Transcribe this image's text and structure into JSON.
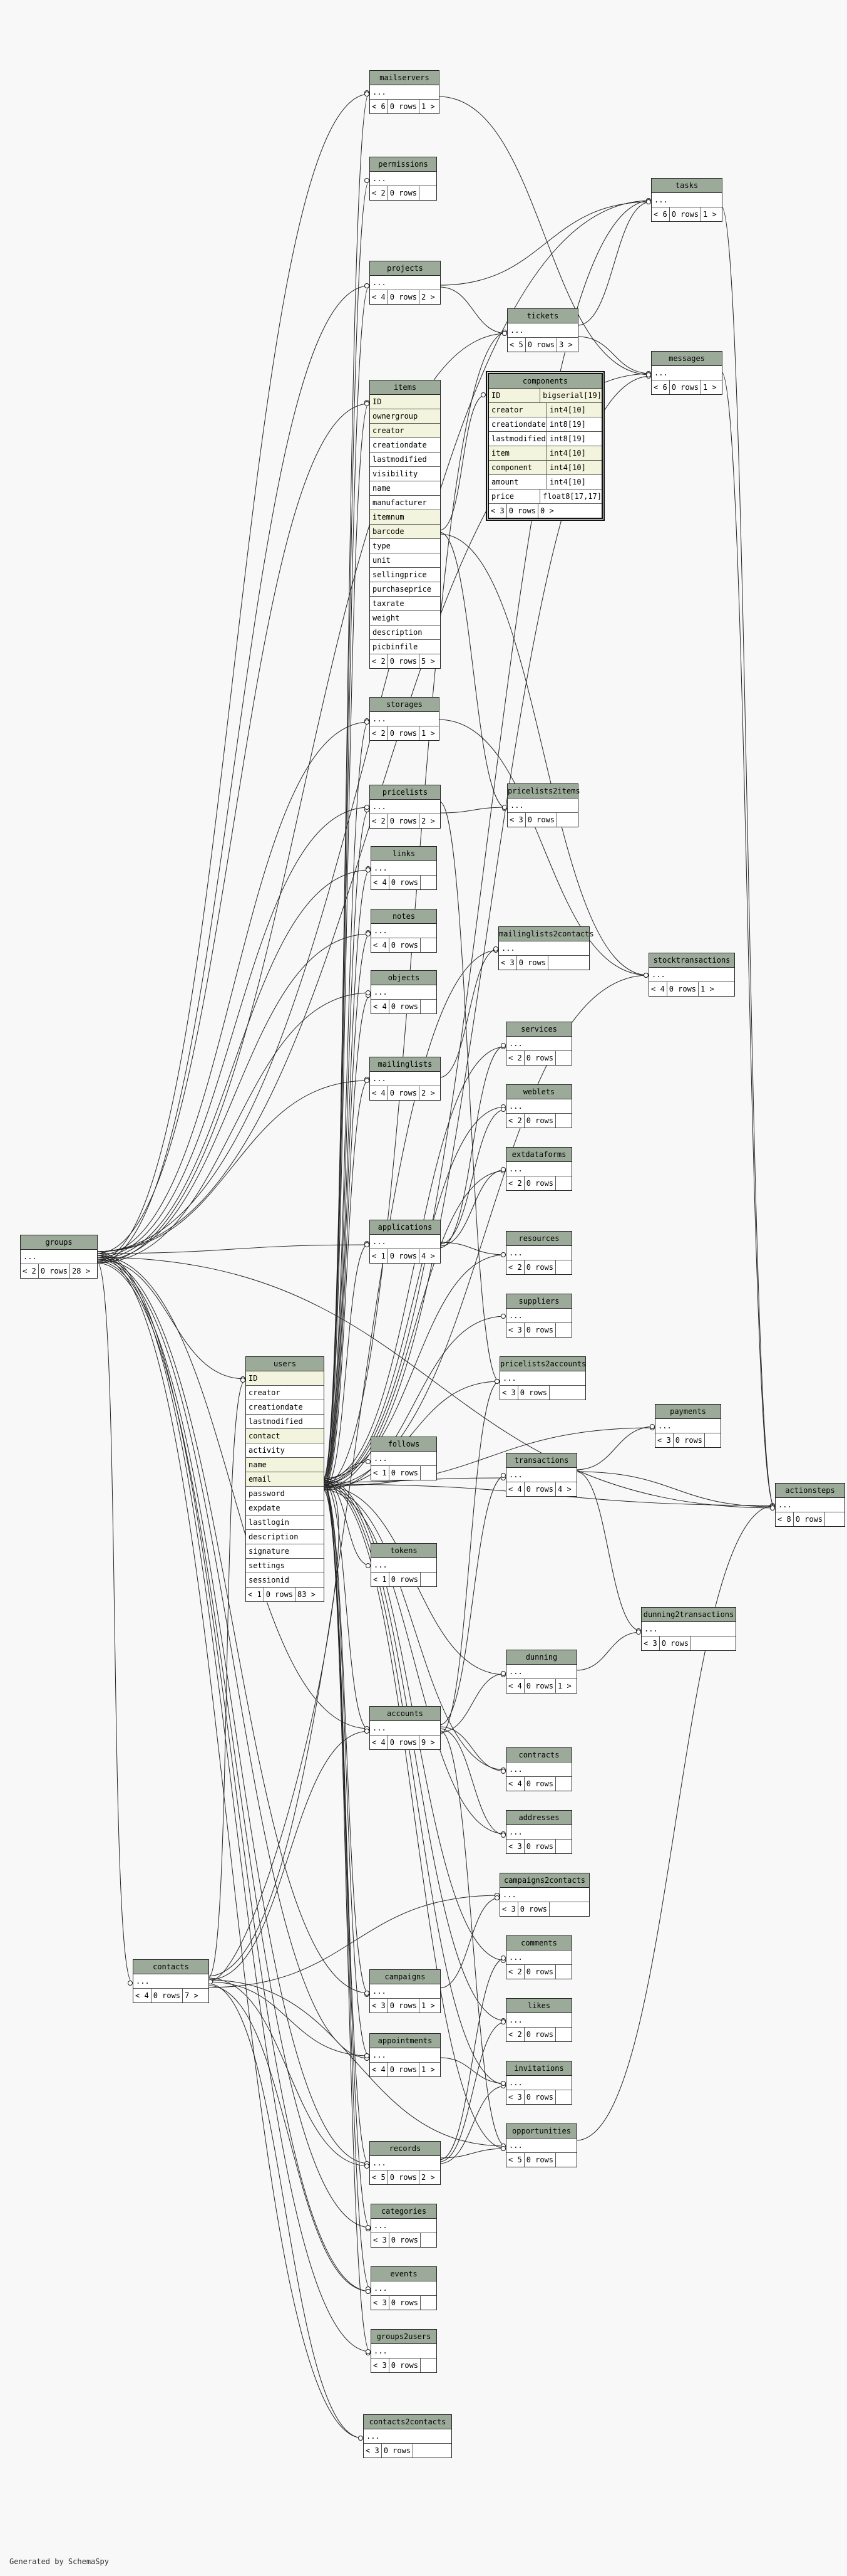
{
  "footer": "Generated by SchemaSpy",
  "colors": {
    "header": "#9cab99",
    "key_row": "#f3f4dd",
    "edge": "#222222"
  },
  "tables": [
    {
      "id": "mailservers",
      "title": "mailservers",
      "rows": [
        "..."
      ],
      "footer": [
        "< 6",
        "0 rows",
        "1 >"
      ]
    },
    {
      "id": "permissions",
      "title": "permissions",
      "rows": [
        "..."
      ],
      "footer": [
        "< 2",
        "0 rows",
        ""
      ]
    },
    {
      "id": "projects",
      "title": "projects",
      "rows": [
        "..."
      ],
      "footer": [
        "< 4",
        "0 rows",
        "2 >"
      ]
    },
    {
      "id": "tasks",
      "title": "tasks",
      "rows": [
        "..."
      ],
      "footer": [
        "< 6",
        "0 rows",
        "1 >"
      ]
    },
    {
      "id": "tickets",
      "title": "tickets",
      "rows": [
        "..."
      ],
      "footer": [
        "< 5",
        "0 rows",
        "3 >"
      ]
    },
    {
      "id": "messages",
      "title": "messages",
      "rows": [
        "..."
      ],
      "footer": [
        "< 6",
        "0 rows",
        "1 >"
      ]
    },
    {
      "id": "items",
      "title": "items",
      "rows": [
        "ID",
        "ownergroup",
        "creator",
        "creationdate",
        "lastmodified",
        "visibility",
        "name",
        "manufacturer",
        "itemnum",
        "barcode",
        "type",
        "unit",
        "sellingprice",
        "purchaseprice",
        "taxrate",
        "weight",
        "description",
        "picbinfile"
      ],
      "key_rows": [
        "ID",
        "ownergroup",
        "creator",
        "itemnum",
        "barcode"
      ],
      "footer": [
        "< 2",
        "0 rows",
        "5 >"
      ]
    },
    {
      "id": "components",
      "title": "components",
      "cols": [
        [
          "ID",
          "bigserial[19]"
        ],
        [
          "creator",
          "int4[10]"
        ],
        [
          "creationdate",
          "int8[19]"
        ],
        [
          "lastmodified",
          "int8[19]"
        ],
        [
          "item",
          "int4[10]"
        ],
        [
          "component",
          "int4[10]"
        ],
        [
          "amount",
          "int4[10]"
        ],
        [
          "price",
          "float8[17,17]"
        ]
      ],
      "key_rows": [
        "ID",
        "creator",
        "item",
        "component"
      ],
      "footer": [
        "< 3",
        "0 rows",
        "0 >"
      ]
    },
    {
      "id": "storages",
      "title": "storages",
      "rows": [
        "..."
      ],
      "footer": [
        "< 2",
        "0 rows",
        "1 >"
      ]
    },
    {
      "id": "pricelists",
      "title": "pricelists",
      "rows": [
        "..."
      ],
      "footer": [
        "< 2",
        "0 rows",
        "2 >"
      ]
    },
    {
      "id": "pricelists2items",
      "title": "pricelists2items",
      "rows": [
        "..."
      ],
      "footer": [
        "< 3",
        "0 rows",
        ""
      ]
    },
    {
      "id": "links",
      "title": "links",
      "rows": [
        "..."
      ],
      "footer": [
        "< 4",
        "0 rows",
        ""
      ]
    },
    {
      "id": "notes",
      "title": "notes",
      "rows": [
        "..."
      ],
      "footer": [
        "< 4",
        "0 rows",
        ""
      ]
    },
    {
      "id": "objects",
      "title": "objects",
      "rows": [
        "..."
      ],
      "footer": [
        "< 4",
        "0 rows",
        ""
      ]
    },
    {
      "id": "mailinglists2contacts",
      "title": "mailinglists2contacts",
      "rows": [
        "..."
      ],
      "footer": [
        "< 3",
        "0 rows",
        ""
      ]
    },
    {
      "id": "stocktransactions",
      "title": "stocktransactions",
      "rows": [
        "..."
      ],
      "footer": [
        "< 4",
        "0 rows",
        "1 >"
      ]
    },
    {
      "id": "services",
      "title": "services",
      "rows": [
        "..."
      ],
      "footer": [
        "< 2",
        "0 rows",
        ""
      ]
    },
    {
      "id": "mailinglists",
      "title": "mailinglists",
      "rows": [
        "..."
      ],
      "footer": [
        "< 4",
        "0 rows",
        "2 >"
      ]
    },
    {
      "id": "weblets",
      "title": "weblets",
      "rows": [
        "..."
      ],
      "footer": [
        "< 2",
        "0 rows",
        ""
      ]
    },
    {
      "id": "extdataforms",
      "title": "extdataforms",
      "rows": [
        "..."
      ],
      "footer": [
        "< 2",
        "0 rows",
        ""
      ]
    },
    {
      "id": "groups",
      "title": "groups",
      "rows": [
        "..."
      ],
      "footer": [
        "< 2",
        "0 rows",
        "28 >"
      ]
    },
    {
      "id": "applications",
      "title": "applications",
      "rows": [
        "..."
      ],
      "footer": [
        "< 1",
        "0 rows",
        "4 >"
      ]
    },
    {
      "id": "resources",
      "title": "resources",
      "rows": [
        "..."
      ],
      "footer": [
        "< 2",
        "0 rows",
        ""
      ]
    },
    {
      "id": "suppliers",
      "title": "suppliers",
      "rows": [
        "..."
      ],
      "footer": [
        "< 3",
        "0 rows",
        ""
      ]
    },
    {
      "id": "pricelists2accounts",
      "title": "pricelists2accounts",
      "rows": [
        "..."
      ],
      "footer": [
        "< 3",
        "0 rows",
        ""
      ]
    },
    {
      "id": "users",
      "title": "users",
      "rows": [
        "ID",
        "creator",
        "creationdate",
        "lastmodified",
        "contact",
        "activity",
        "name",
        "email",
        "password",
        "expdate",
        "lastlogin",
        "description",
        "signature",
        "settings",
        "sessionid"
      ],
      "key_rows": [
        "ID",
        "contact",
        "name",
        "email"
      ],
      "footer": [
        "< 1",
        "0 rows",
        "83 >"
      ]
    },
    {
      "id": "payments",
      "title": "payments",
      "rows": [
        "..."
      ],
      "footer": [
        "< 3",
        "0 rows",
        ""
      ]
    },
    {
      "id": "follows",
      "title": "follows",
      "rows": [
        "..."
      ],
      "footer": [
        "< 1",
        "0 rows",
        ""
      ]
    },
    {
      "id": "transactions",
      "title": "transactions",
      "rows": [
        "..."
      ],
      "footer": [
        "< 4",
        "0 rows",
        "4 >"
      ]
    },
    {
      "id": "actionsteps",
      "title": "actionsteps",
      "rows": [
        "..."
      ],
      "footer": [
        "< 8",
        "0 rows",
        ""
      ]
    },
    {
      "id": "tokens",
      "title": "tokens",
      "rows": [
        "..."
      ],
      "footer": [
        "< 1",
        "0 rows",
        ""
      ]
    },
    {
      "id": "dunning2transactions",
      "title": "dunning2transactions",
      "rows": [
        "..."
      ],
      "footer": [
        "< 3",
        "0 rows",
        ""
      ]
    },
    {
      "id": "dunning",
      "title": "dunning",
      "rows": [
        "..."
      ],
      "footer": [
        "< 4",
        "0 rows",
        "1 >"
      ]
    },
    {
      "id": "accounts",
      "title": "accounts",
      "rows": [
        "..."
      ],
      "footer": [
        "< 4",
        "0 rows",
        "9 >"
      ]
    },
    {
      "id": "contracts",
      "title": "contracts",
      "rows": [
        "..."
      ],
      "footer": [
        "< 4",
        "0 rows",
        ""
      ]
    },
    {
      "id": "addresses",
      "title": "addresses",
      "rows": [
        "..."
      ],
      "footer": [
        "< 3",
        "0 rows",
        ""
      ]
    },
    {
      "id": "campaigns2contacts",
      "title": "campaigns2contacts",
      "rows": [
        "..."
      ],
      "footer": [
        "< 3",
        "0 rows",
        ""
      ]
    },
    {
      "id": "comments",
      "title": "comments",
      "rows": [
        "..."
      ],
      "footer": [
        "< 2",
        "0 rows",
        ""
      ]
    },
    {
      "id": "contacts",
      "title": "contacts",
      "rows": [
        "..."
      ],
      "footer": [
        "< 4",
        "0 rows",
        "7 >"
      ]
    },
    {
      "id": "campaigns",
      "title": "campaigns",
      "rows": [
        "..."
      ],
      "footer": [
        "< 3",
        "0 rows",
        "1 >"
      ]
    },
    {
      "id": "likes",
      "title": "likes",
      "rows": [
        "..."
      ],
      "footer": [
        "< 2",
        "0 rows",
        ""
      ]
    },
    {
      "id": "appointments",
      "title": "appointments",
      "rows": [
        "..."
      ],
      "footer": [
        "< 4",
        "0 rows",
        "1 >"
      ]
    },
    {
      "id": "invitations",
      "title": "invitations",
      "rows": [
        "..."
      ],
      "footer": [
        "< 3",
        "0 rows",
        ""
      ]
    },
    {
      "id": "opportunities",
      "title": "opportunities",
      "rows": [
        "..."
      ],
      "footer": [
        "< 5",
        "0 rows",
        ""
      ]
    },
    {
      "id": "records",
      "title": "records",
      "rows": [
        "..."
      ],
      "footer": [
        "< 5",
        "0 rows",
        "2 >"
      ]
    },
    {
      "id": "categories",
      "title": "categories",
      "rows": [
        "..."
      ],
      "footer": [
        "< 3",
        "0 rows",
        ""
      ]
    },
    {
      "id": "events",
      "title": "events",
      "rows": [
        "..."
      ],
      "footer": [
        "< 3",
        "0 rows",
        ""
      ]
    },
    {
      "id": "groups2users",
      "title": "groups2users",
      "rows": [
        "..."
      ],
      "footer": [
        "< 3",
        "0 rows",
        ""
      ]
    },
    {
      "id": "contacts2contacts",
      "title": "contacts2contacts",
      "rows": [
        "..."
      ],
      "footer": [
        "< 3",
        "0 rows",
        ""
      ]
    }
  ]
}
